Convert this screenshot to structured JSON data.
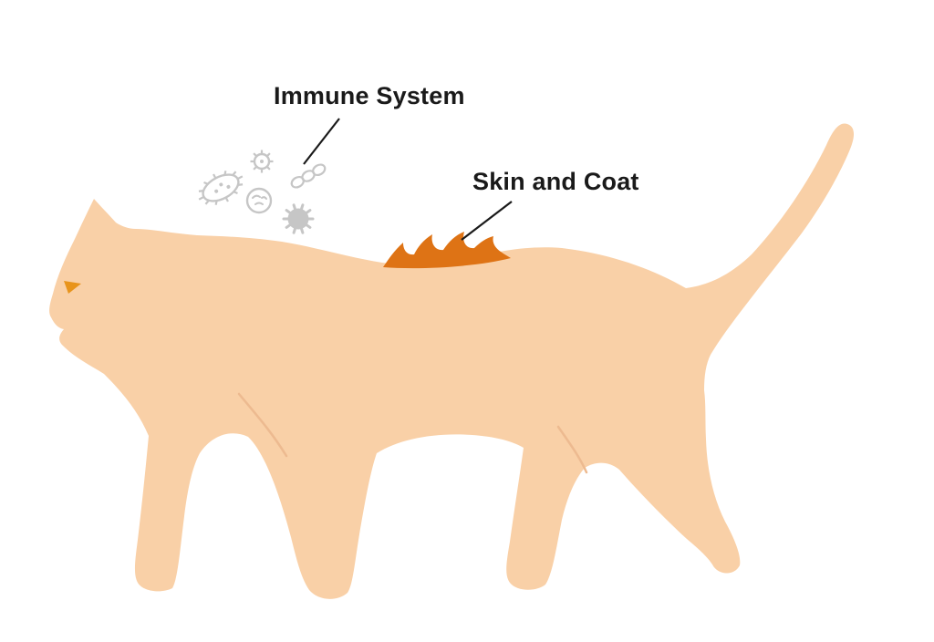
{
  "diagram": {
    "subject": "cat",
    "annotations": {
      "immune_system": {
        "label": "Immune System"
      },
      "skin_and_coat": {
        "label": "Skin and Coat"
      }
    }
  },
  "colors": {
    "background": "#FFFFFF",
    "cat_body": "#F9D0A7",
    "cat_detail_line": "#EDBA90",
    "eye": "#E8941C",
    "fur_tuft": "#DE7315",
    "microbe": "#C6C6C6",
    "leader_line": "#1A1A1A"
  },
  "icons": {
    "microbes": [
      "spiky-bacterium",
      "virus",
      "germ-circle",
      "bacilli-chain",
      "spiky-blob"
    ]
  }
}
